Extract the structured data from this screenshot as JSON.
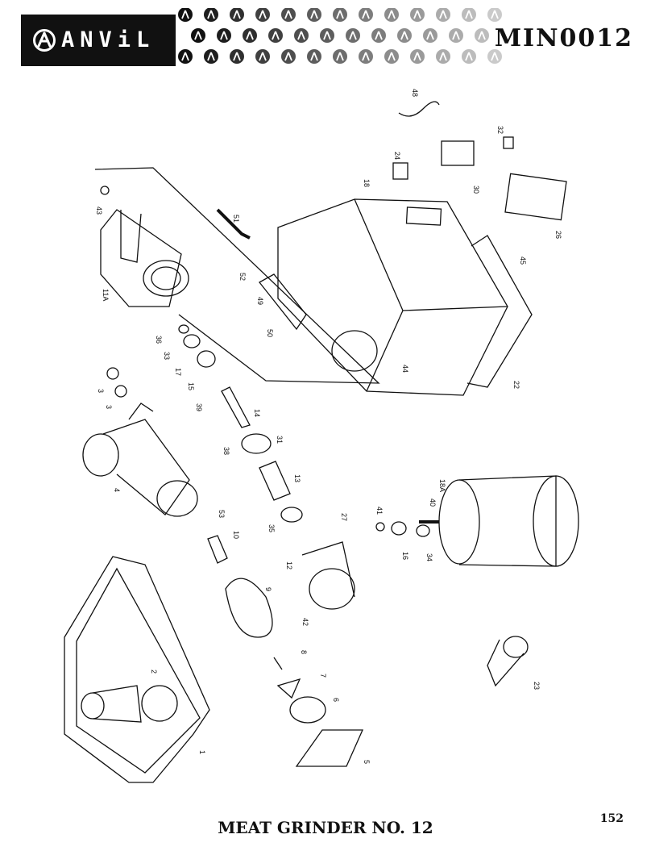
{
  "header": {
    "brand_name": "ANViL",
    "logo_icon": "anvil-logo-icon",
    "doc_code": "MIN0012",
    "brand_color": "#111111",
    "pattern_color": "#111111"
  },
  "diagram": {
    "part_labels": [
      "1",
      "2",
      "3",
      "3",
      "4",
      "5",
      "6",
      "7",
      "8",
      "9",
      "10",
      "11A",
      "12",
      "13",
      "14",
      "15",
      "16",
      "17",
      "18",
      "18A",
      "22",
      "23",
      "24",
      "26",
      "27",
      "30",
      "31",
      "32",
      "33",
      "34",
      "35",
      "36",
      "38",
      "39",
      "40",
      "41",
      "42",
      "43",
      "44",
      "45",
      "48",
      "49",
      "50",
      "51",
      "52",
      "53"
    ]
  },
  "footer": {
    "title": "MEAT GRINDER NO. 12",
    "page_number": "152"
  }
}
